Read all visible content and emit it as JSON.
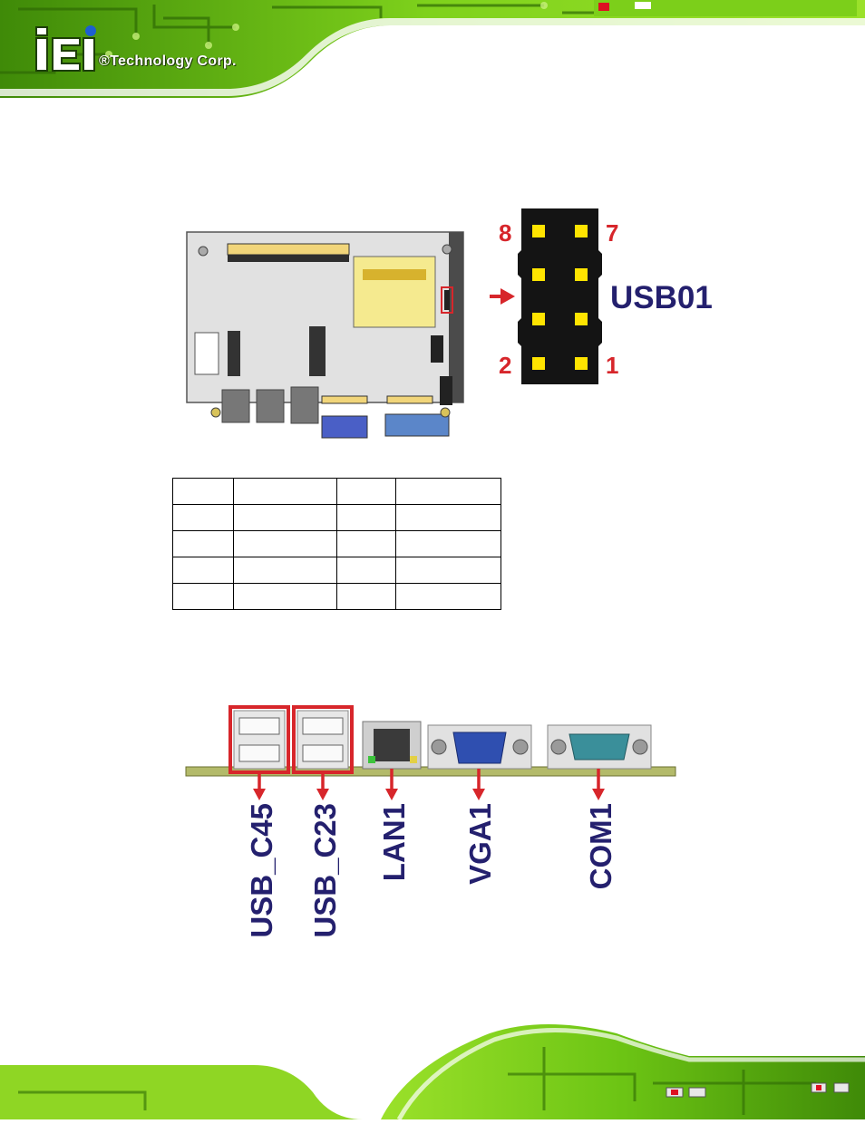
{
  "header": {
    "brand_text": "®Technology Corp."
  },
  "connector": {
    "name": "USB01",
    "pin_labels": {
      "top_left": "8",
      "top_right": "7",
      "bottom_left": "2",
      "bottom_right": "1"
    }
  },
  "pin_table": {
    "rows": [
      [
        "",
        "",
        "",
        ""
      ],
      [
        "",
        "",
        "",
        ""
      ],
      [
        "",
        "",
        "",
        ""
      ],
      [
        "",
        "",
        "",
        ""
      ],
      [
        "",
        "",
        "",
        ""
      ]
    ]
  },
  "rear_panel": {
    "labels": [
      "USB_C45",
      "USB_C23",
      "LAN1",
      "VGA1",
      "COM1"
    ]
  },
  "colors": {
    "accent_red": "#d7262b",
    "label_navy": "#24206e",
    "pcb_green": "#7ccf1a",
    "pin_yellow": "#ffe400"
  }
}
